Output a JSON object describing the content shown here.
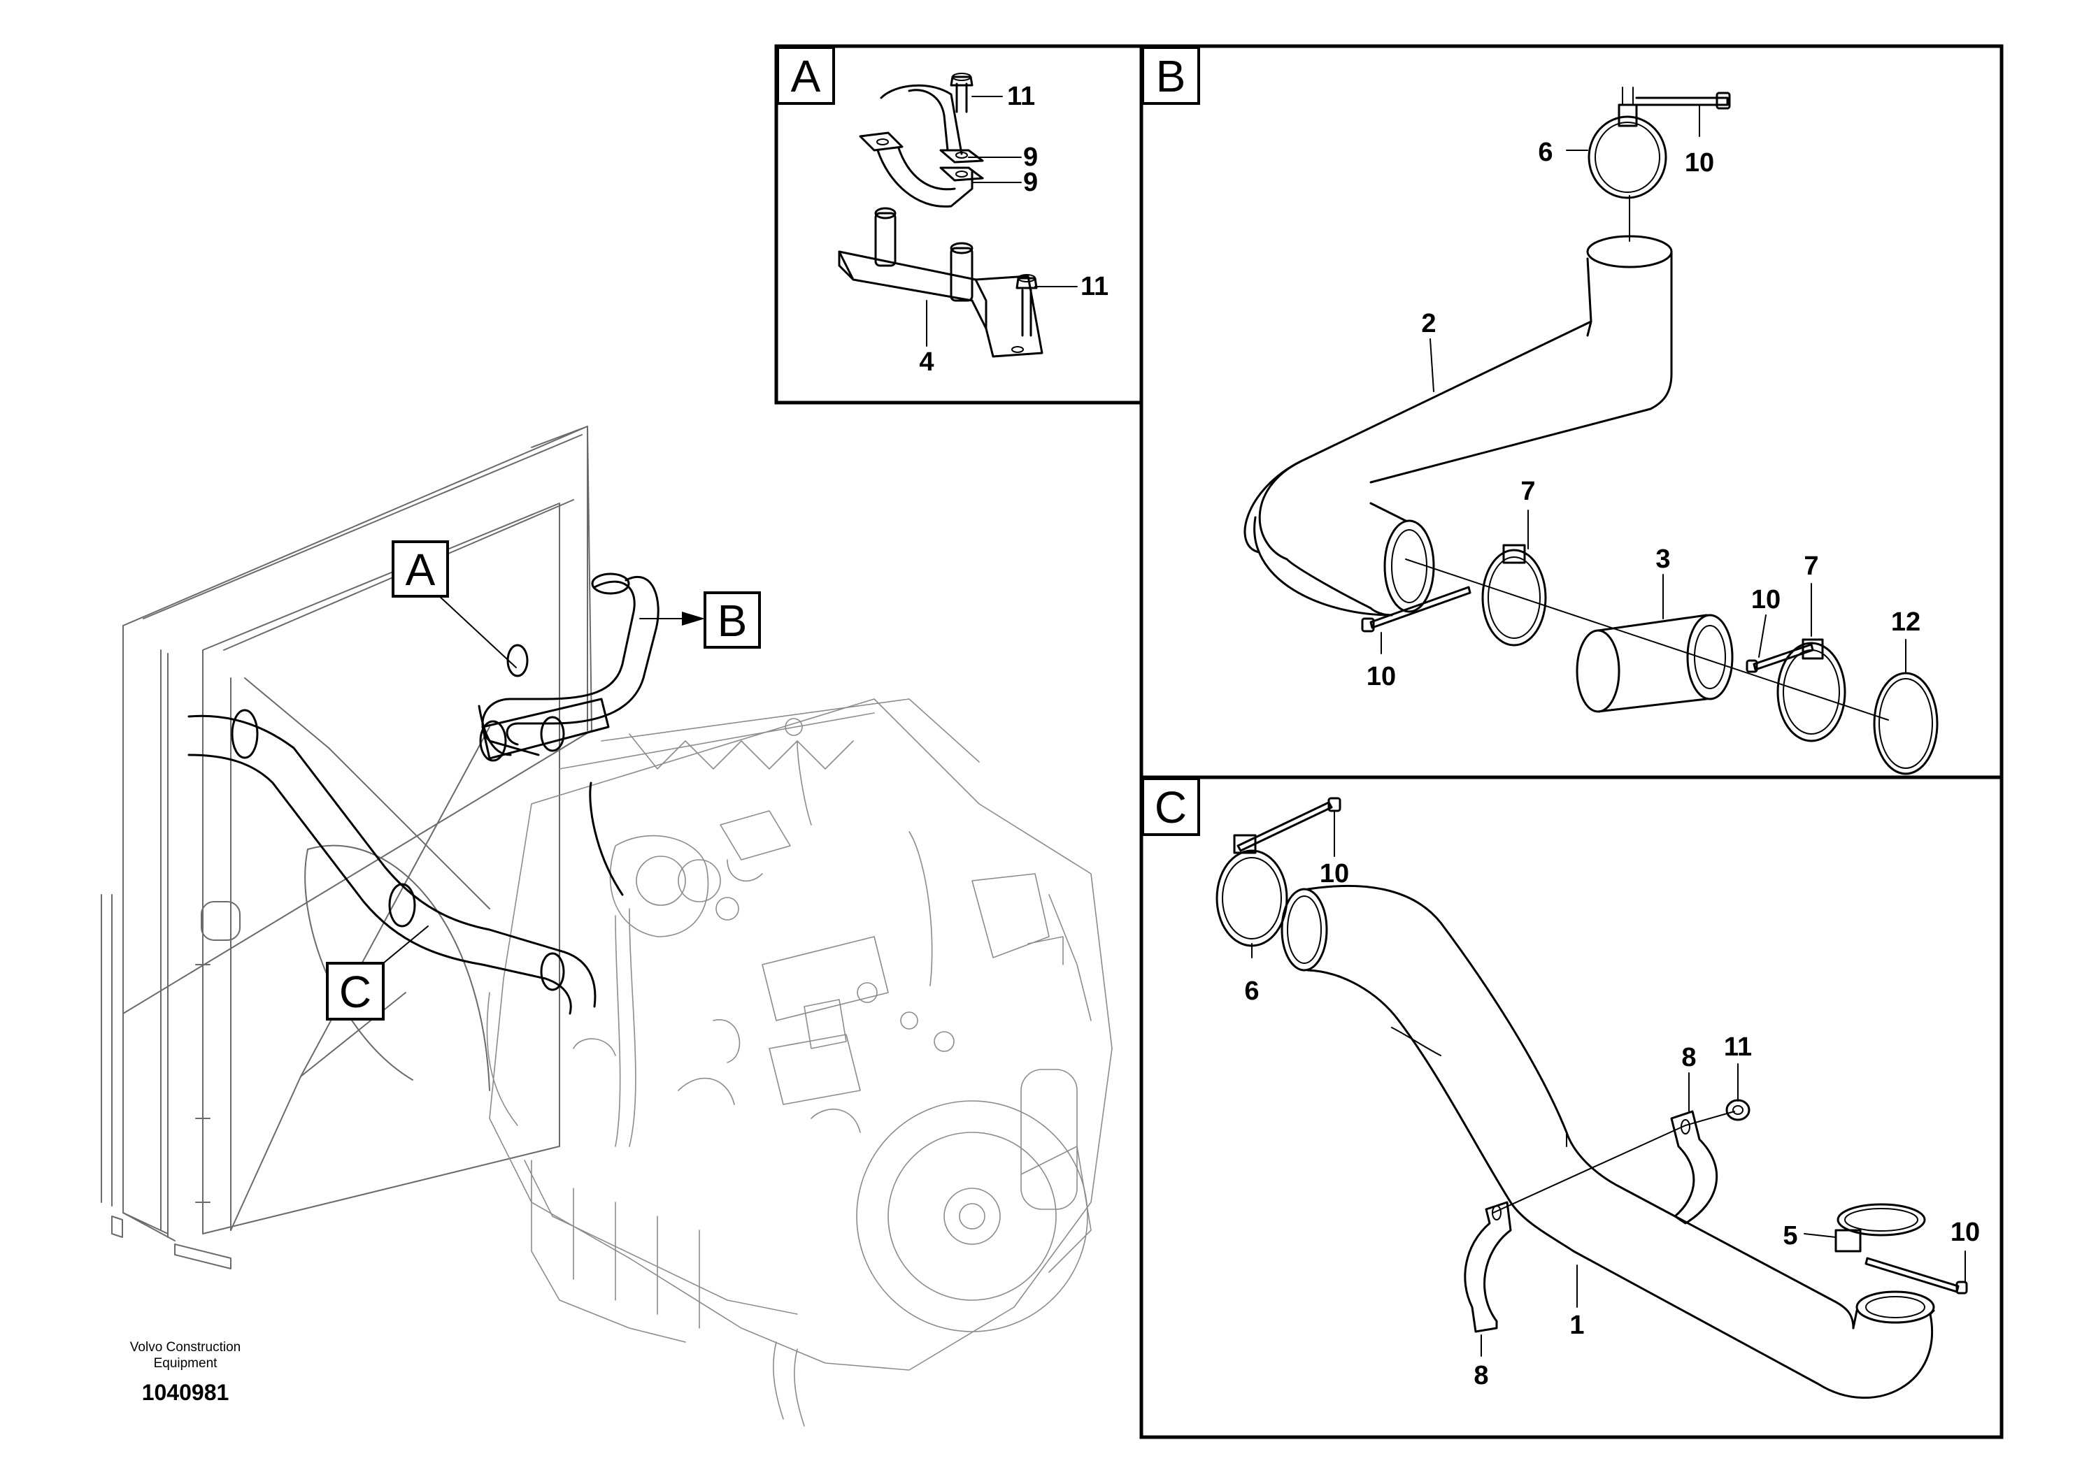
{
  "footer": {
    "company_line1": "Volvo Construction",
    "company_line2": "Equipment",
    "drawing_number": "1040981"
  },
  "overview": {
    "callout_a": "A",
    "callout_b": "B",
    "callout_c": "C"
  },
  "panel_a": {
    "letter": "A",
    "labels": [
      "11",
      "9",
      "9",
      "11",
      "4"
    ]
  },
  "panel_b": {
    "letter": "B",
    "labels": [
      "6",
      "10",
      "2",
      "7",
      "3",
      "10",
      "7",
      "12",
      "10"
    ]
  },
  "panel_c": {
    "letter": "C",
    "labels": [
      "10",
      "6",
      "8",
      "11",
      "5",
      "10",
      "1",
      "8"
    ]
  }
}
